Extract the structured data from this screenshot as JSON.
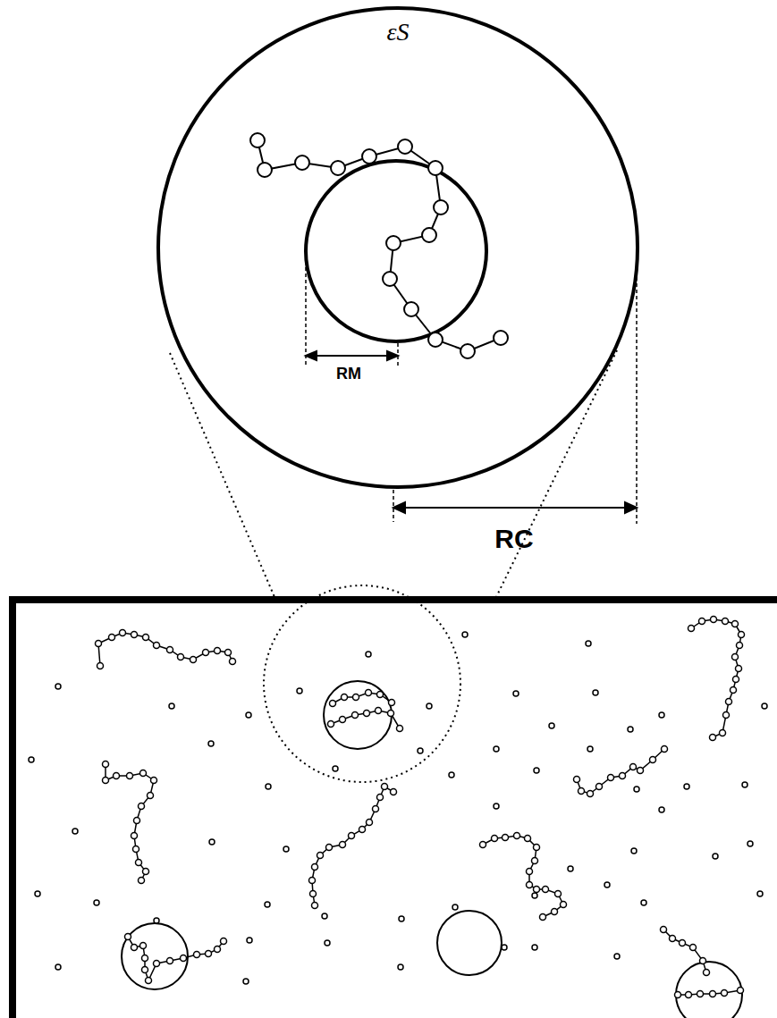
{
  "diagram": {
    "labels": [
      "εS",
      "RM",
      "RC"
    ]
  }
}
